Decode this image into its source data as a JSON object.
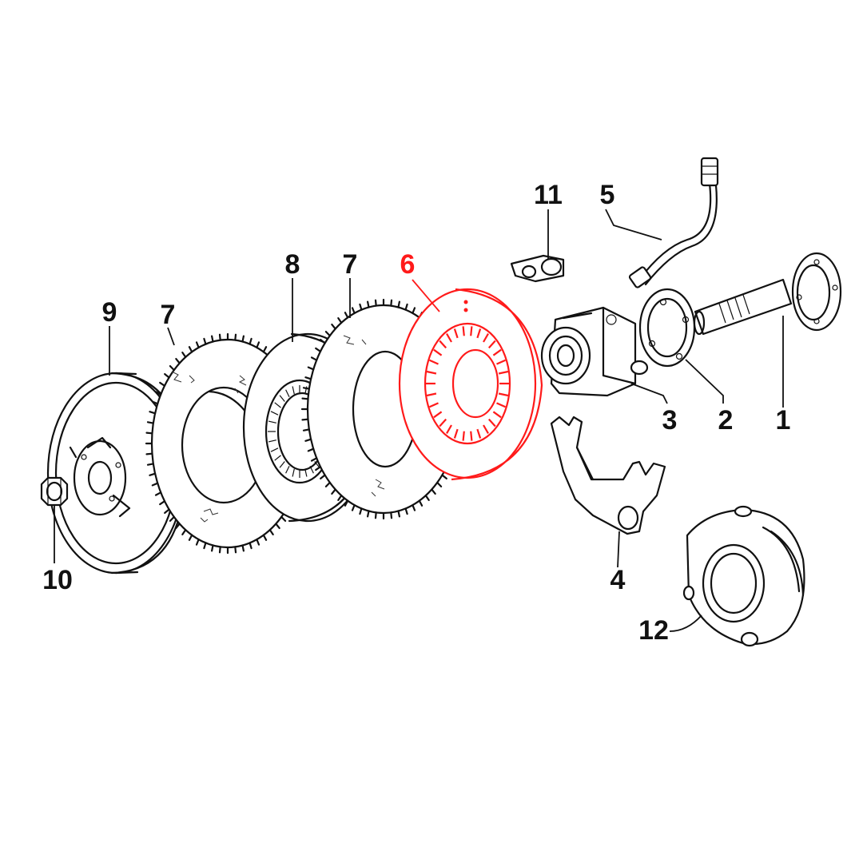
{
  "highlight_color": "#ff1a1a",
  "line_color": "#111111",
  "background_color": "#ffffff",
  "callouts": {
    "c1": "1",
    "c2": "2",
    "c3": "3",
    "c4": "4",
    "c5": "5",
    "c6": "6",
    "c7a": "7",
    "c7b": "7",
    "c8": "8",
    "c9": "9",
    "c10": "10",
    "c11": "11",
    "c12": "12"
  },
  "highlighted_part": "6"
}
